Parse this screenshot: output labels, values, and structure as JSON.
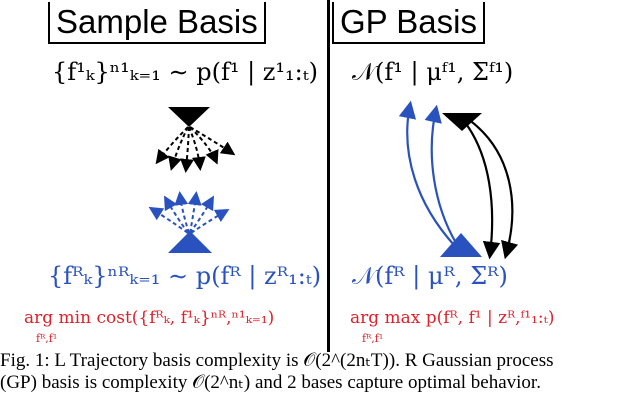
{
  "left": {
    "title": "Sample Basis",
    "top_equation": "{f¹ₖ}ⁿ¹ₖ₌₁ ∼ p(f¹ | z¹₁:ₜ)",
    "bottom_equation": "{fᴿₖ}ⁿᴿₖ₌₁ ∼ p(fᴿ | zᴿ₁:ₜ)",
    "objective": "arg min cost({fᴿₖ, f¹ₖ}ⁿᴿ,ⁿ¹ₖ₌₁)",
    "objective_sub": "fᴿ,f¹"
  },
  "right": {
    "title": "GP Basis",
    "top_equation": "𝒩(f¹ | μᶠ¹, Σᶠ¹)",
    "bottom_equation": "𝒩(fᴿ | μᴿ, Σᴿ)",
    "objective": "arg max p(fᴿ, f¹ | zᴿ,ᶠ¹₁:ₜ)",
    "objective_sub": "fᴿ,f¹"
  },
  "caption": {
    "line1": "Fig. 1: L Trajectory basis complexity is 𝒪(2^(2nₜT)). R Gaussian process",
    "line2": "(GP) basis is complexity 𝒪(2^nₜ) and 2 bases capture optimal behavior."
  },
  "colors": {
    "robot": "#2a52be",
    "objective": "#e0212b",
    "agent": "#000000"
  }
}
